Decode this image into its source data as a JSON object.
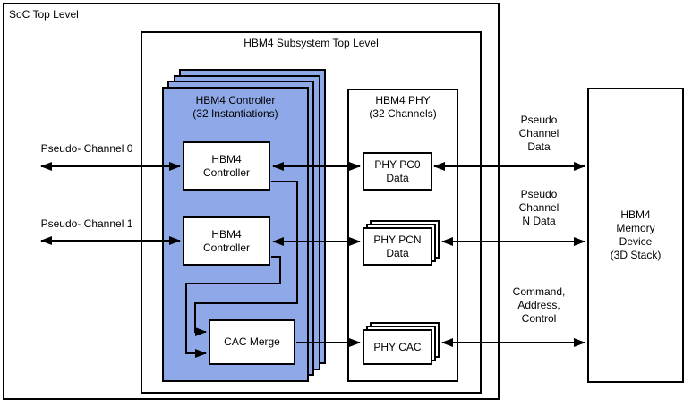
{
  "colors": {
    "stack_blue": "#8fa8e8",
    "line_black": "#000000",
    "box_white": "#ffffff",
    "background": "#ffffff"
  },
  "soc": {
    "title": "SoC Top Level"
  },
  "subsystem": {
    "title": "HBM4 Subsystem Top Level",
    "controller_stack": {
      "title_line1": "HBM4 Controller",
      "title_line2": "(32 Instantiations)",
      "controller_pc0": {
        "line1": "HBM4",
        "line2": "Controller"
      },
      "controller_pc1": {
        "line1": "HBM4",
        "line2": "Controller"
      },
      "cac_merge": {
        "label": "CAC Merge"
      }
    },
    "phy": {
      "title_line1": "HBM4 PHY",
      "title_line2": "(32 Channels)",
      "pc0": {
        "line1": "PHY PC0",
        "line2": "Data"
      },
      "pcn": {
        "line1": "PHY PCN",
        "line2": "Data"
      },
      "cac": {
        "label": "PHY CAC"
      }
    }
  },
  "memory_device": {
    "line1": "HBM4",
    "line2": "Memory",
    "line3": "Device",
    "line4": "(3D Stack)"
  },
  "bus_labels": {
    "pseudo_channel_0": "Pseudo- Channel 0",
    "pseudo_channel_1": "Pseudo- Channel 1",
    "pseudo_channel_data": {
      "line1": "Pseudo",
      "line2": "Channel",
      "line3": "Data"
    },
    "pseudo_channel_n_data": {
      "line1": "Pseudo",
      "line2": "Channel",
      "line3": "N Data"
    },
    "command_address_control": {
      "line1": "Command,",
      "line2": "Address,",
      "line3": "Control"
    }
  }
}
